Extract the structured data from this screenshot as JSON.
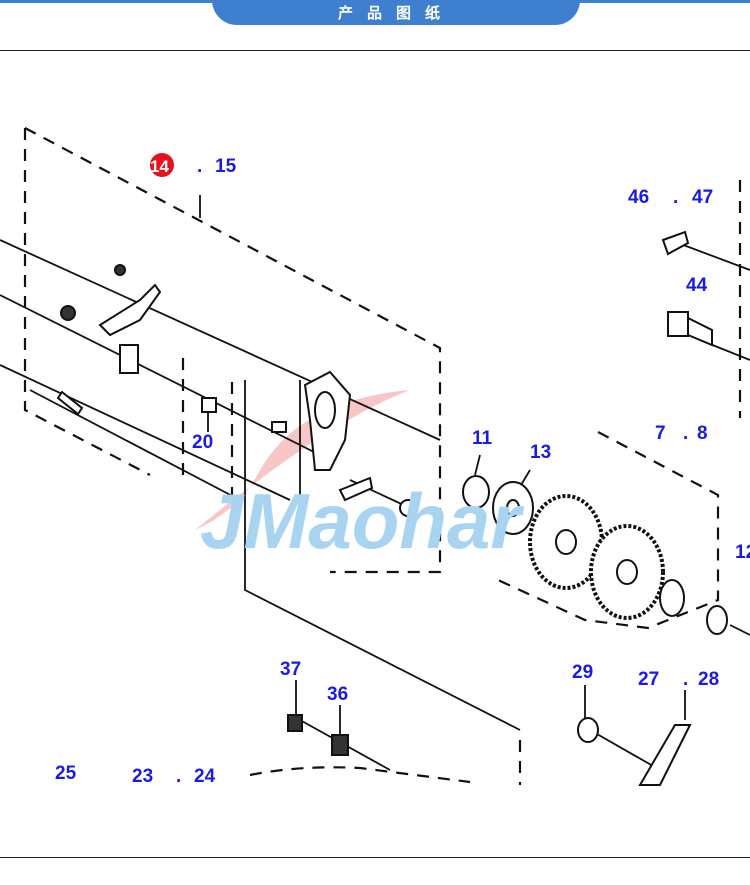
{
  "header": {
    "title": "产品图纸"
  },
  "watermark": {
    "text": "JMaohar"
  },
  "diagram": {
    "callouts": [
      {
        "id": "14",
        "highlighted": true
      },
      {
        "id": "15"
      },
      {
        "id": "46"
      },
      {
        "id": "47"
      },
      {
        "id": "44"
      },
      {
        "id": "7"
      },
      {
        "id": "8"
      },
      {
        "id": "11"
      },
      {
        "id": "13"
      },
      {
        "id": "12"
      },
      {
        "id": "20"
      },
      {
        "id": "37"
      },
      {
        "id": "36"
      },
      {
        "id": "29"
      },
      {
        "id": "27"
      },
      {
        "id": "28"
      },
      {
        "id": "25"
      },
      {
        "id": "23"
      },
      {
        "id": "24"
      }
    ],
    "highlight_color": "#e8101a",
    "label_color": "#1a1ae6"
  }
}
